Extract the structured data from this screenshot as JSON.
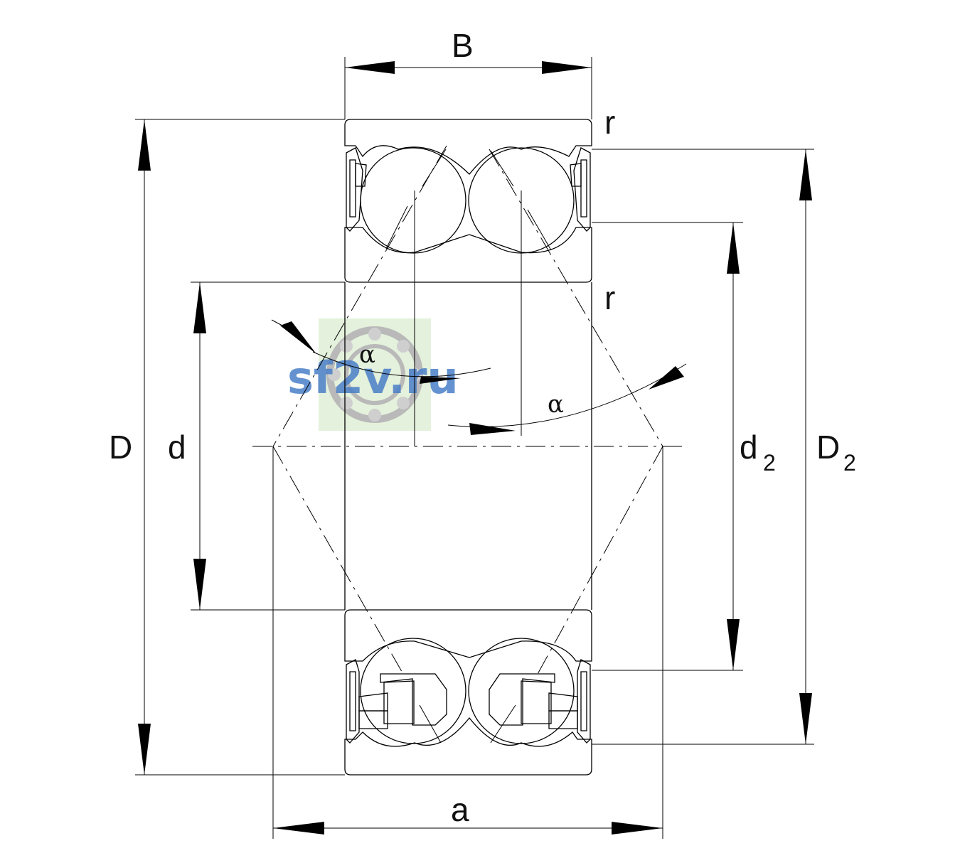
{
  "labels": {
    "B": "B",
    "D": "D",
    "d": "d",
    "d2_main": "d",
    "d2_sub": "2",
    "D2_main": "D",
    "D2_sub": "2",
    "a": "a",
    "r_top": "r",
    "r_inner": "r",
    "alpha_left": "α",
    "alpha_right": "α"
  },
  "watermark": {
    "text": "sf2v.ru",
    "color": "#4a7fc8",
    "bg_color": "#e4f1dc"
  }
}
